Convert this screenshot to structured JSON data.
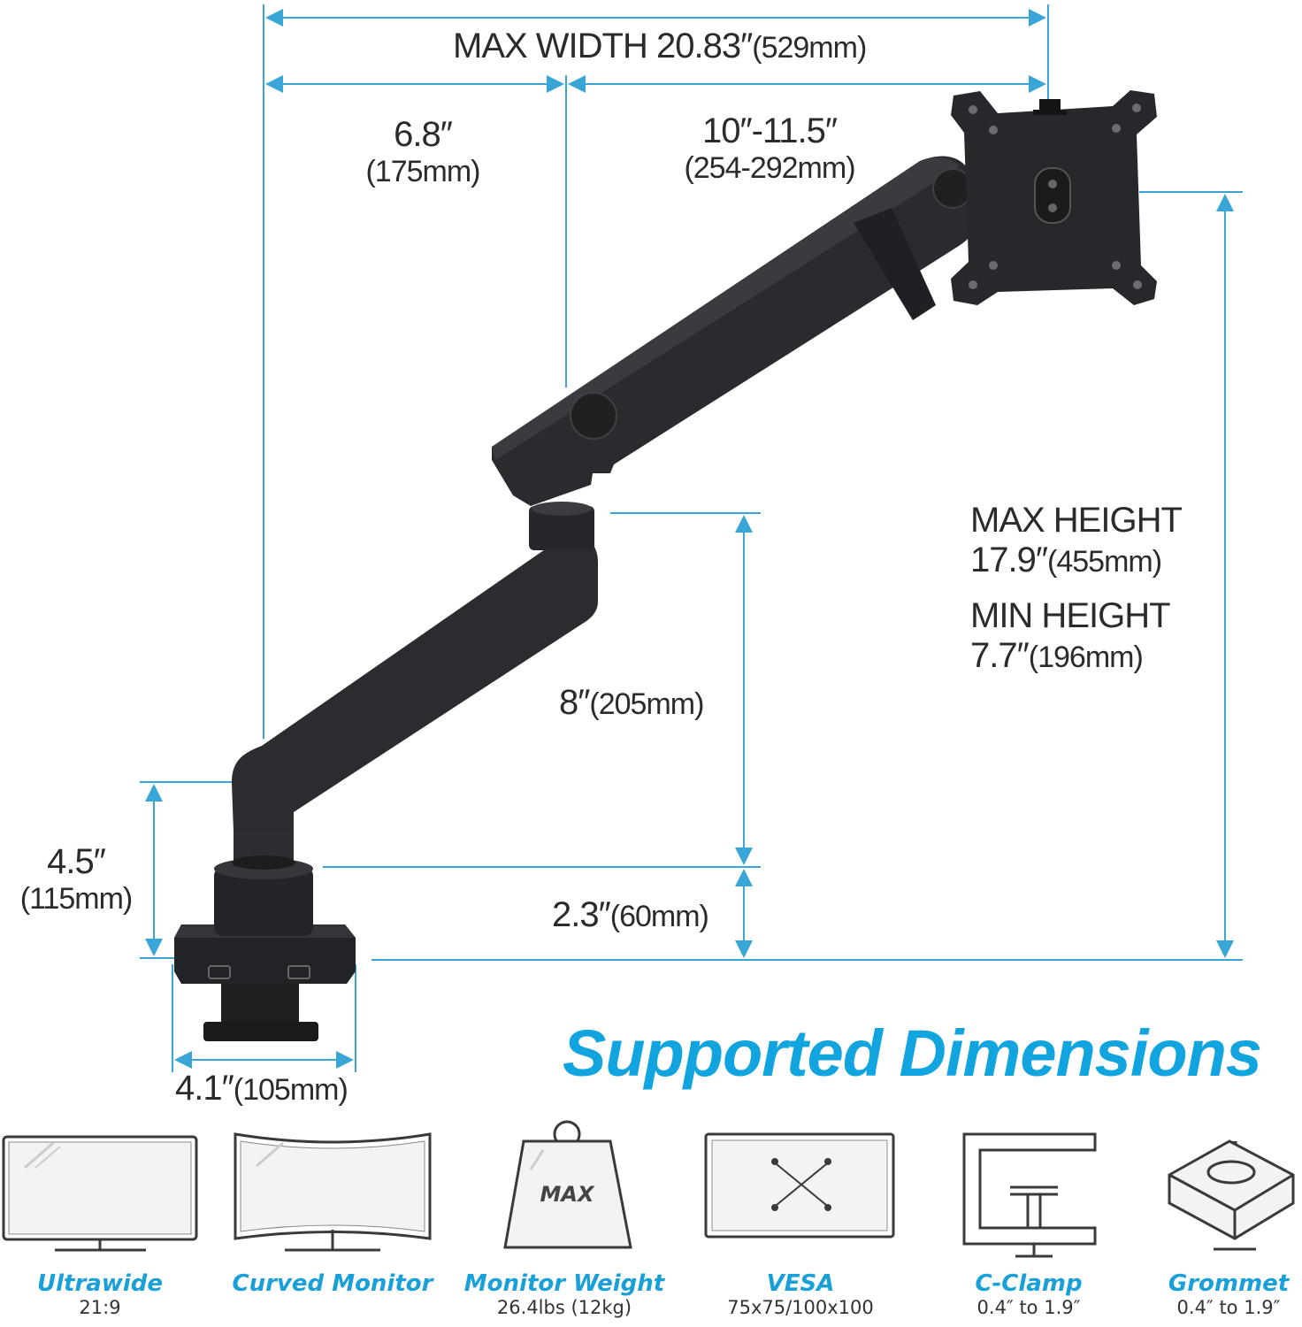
{
  "dimensions": {
    "max_width": "MAX WIDTH 20.83″",
    "max_width_mm": "(529mm)",
    "arm1_in": "6.8″",
    "arm1_mm": "(175mm)",
    "arm2_in": "10″-11.5″",
    "arm2_mm": "(254-292mm)",
    "max_height_label": "MAX HEIGHT",
    "max_height_in": "17.9″",
    "max_height_mm": "(455mm)",
    "min_height_label": "MIN HEIGHT",
    "min_height_in": "7.7″",
    "min_height_mm": "(196mm)",
    "lower_arm_in": "8″",
    "lower_arm_mm": "(205mm)",
    "base_height_in": "4.5″",
    "base_height_mm": "(115mm)",
    "desk_gap_in": "2.3″",
    "desk_gap_mm": "(60mm)",
    "base_width_in": "4.1″",
    "base_width_mm": "(105mm)"
  },
  "heading": "Supported Dimensions",
  "features": [
    {
      "icon": "ultrawide-monitor-icon",
      "label": "Ultrawide",
      "value": "21:9"
    },
    {
      "icon": "curved-monitor-icon",
      "label": "Curved Monitor",
      "value": ""
    },
    {
      "icon": "weight-icon",
      "label": "Monitor Weight",
      "value": "26.4lbs (12kg)",
      "icon_text": "MAX"
    },
    {
      "icon": "vesa-icon",
      "label": "VESA",
      "value": "75x75/100x100"
    },
    {
      "icon": "c-clamp-icon",
      "label": "C-Clamp",
      "value": "0.4″ to 1.9″"
    },
    {
      "icon": "grommet-icon",
      "label": "Grommet",
      "value": "0.4″ to 1.9″"
    }
  ],
  "colors": {
    "accent": "#12a4de",
    "line": "#3aa6d8",
    "arm": "#2a2b2e",
    "icon_stroke": "#3a3a3a"
  }
}
